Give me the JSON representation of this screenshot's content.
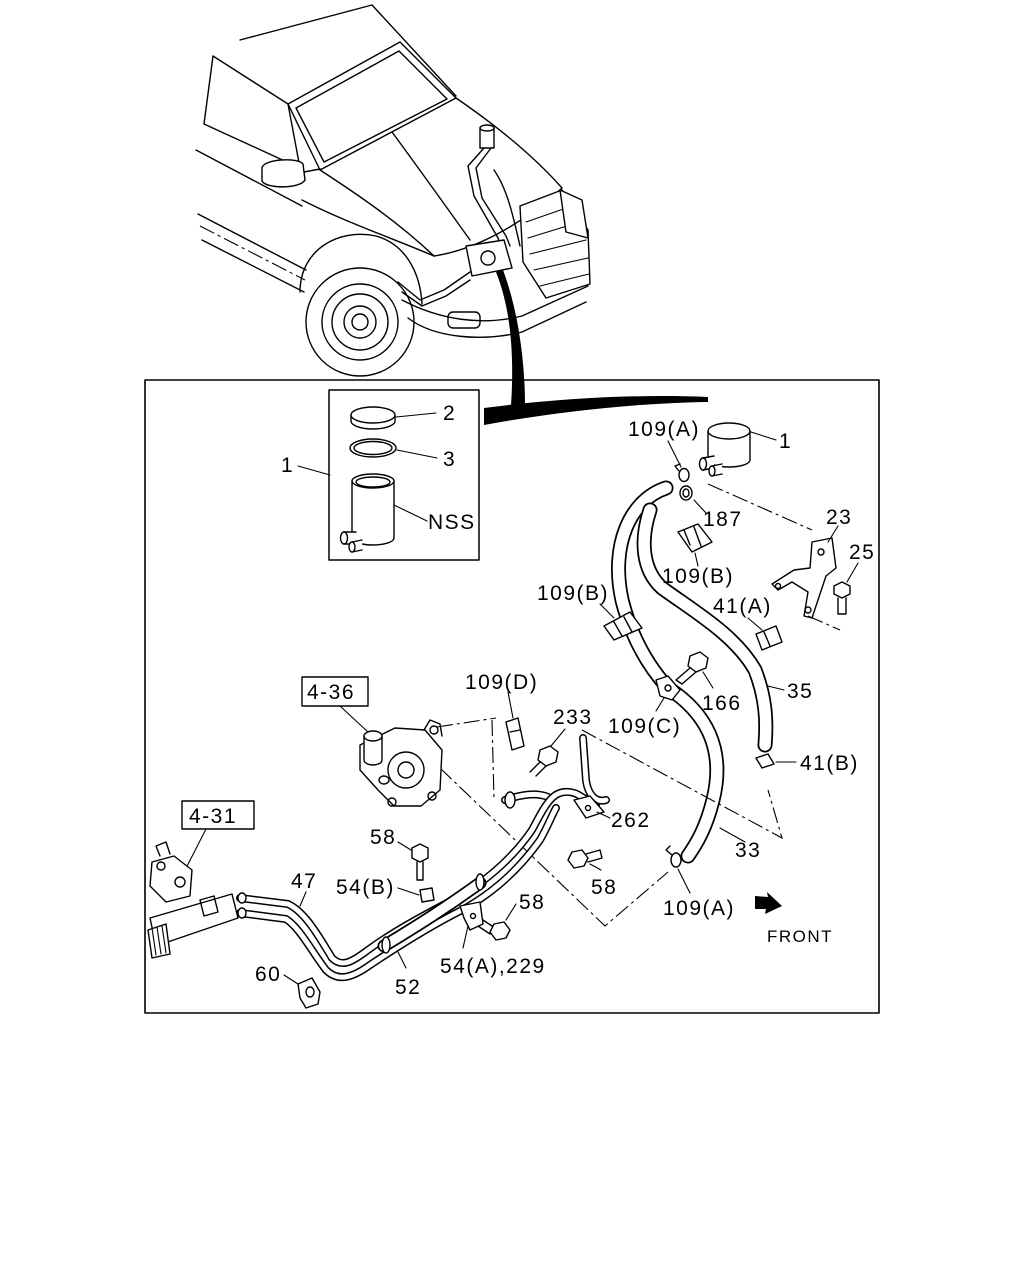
{
  "colors": {
    "ink": "#000000",
    "paper": "#ffffff"
  },
  "inset": {
    "cap": "2",
    "seal": "3",
    "assembly": "1",
    "body": "NSS"
  },
  "callouts": {
    "reservoir": "1",
    "clamp_top": "109(A)",
    "ring": "187",
    "bracket": "23",
    "bracket_bolt": "25",
    "clamp_upper_right": "109(B)",
    "clamp_upper_left": "109(B)",
    "clip_upper": "41(A)",
    "hose_right": "35",
    "hose_bolt": "166",
    "hose_clamp": "109(C)",
    "pump_clamp": "109(D)",
    "pump_bolt": "233",
    "pump_ref": "4-36",
    "clip_lower": "41(B)",
    "pipe_bracket": "262",
    "hose_left": "33",
    "bolt_left": "58",
    "gear_ref": "4-31",
    "pipe_47": "47",
    "clip_54b": "54(B)",
    "bolt_middle": "58",
    "bolt_right": "58",
    "clamp_bottom": "109(A)",
    "clip_54a": "54(A),229",
    "part_60": "60",
    "hose_52": "52"
  },
  "direction_label": "FRONT"
}
